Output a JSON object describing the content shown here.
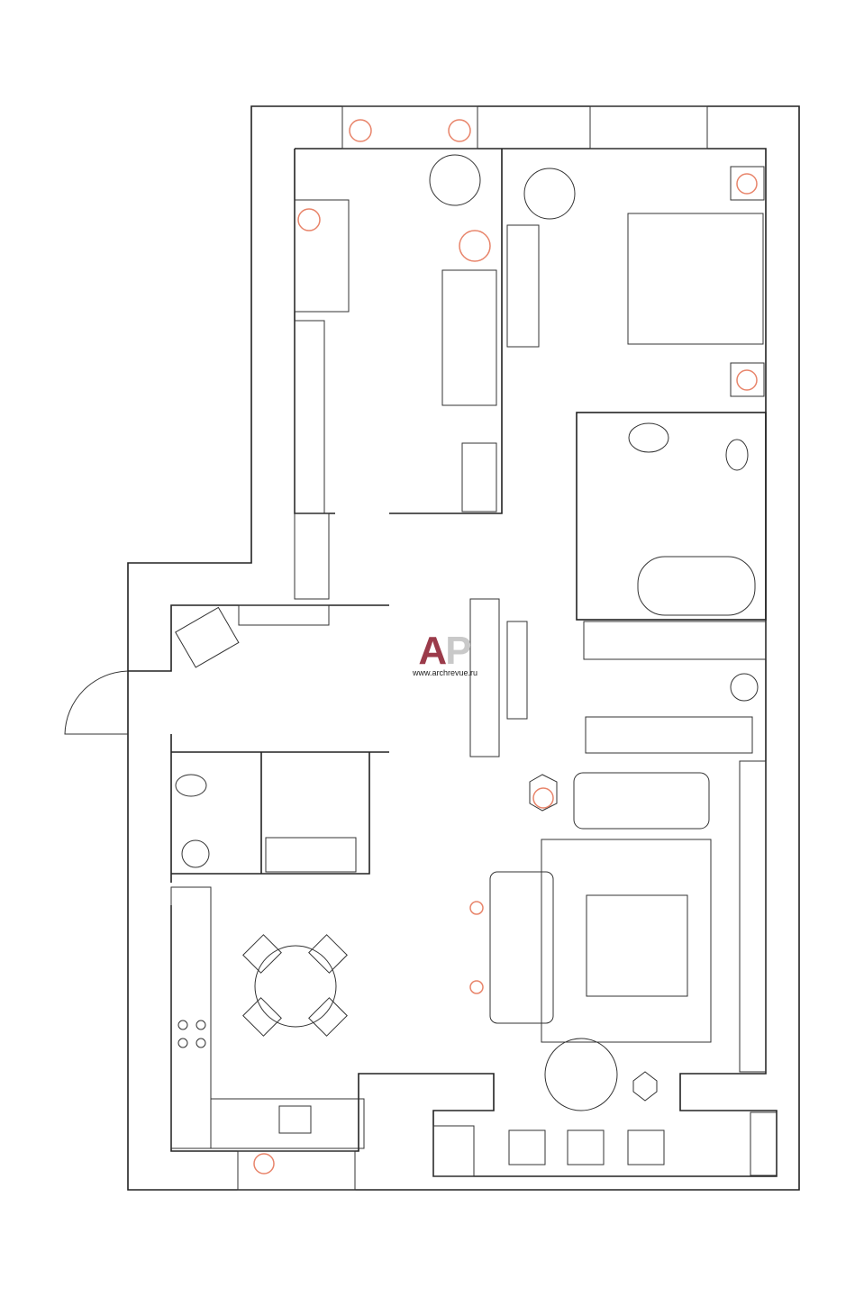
{
  "logo": {
    "letter_a": "A",
    "letter_p": "P",
    "url": "www.archrevue.ru"
  },
  "colors": {
    "wall": "#222222",
    "accent": "#e8846a",
    "logo_red": "#9b3b4a",
    "logo_grey": "#c9c9c9"
  }
}
